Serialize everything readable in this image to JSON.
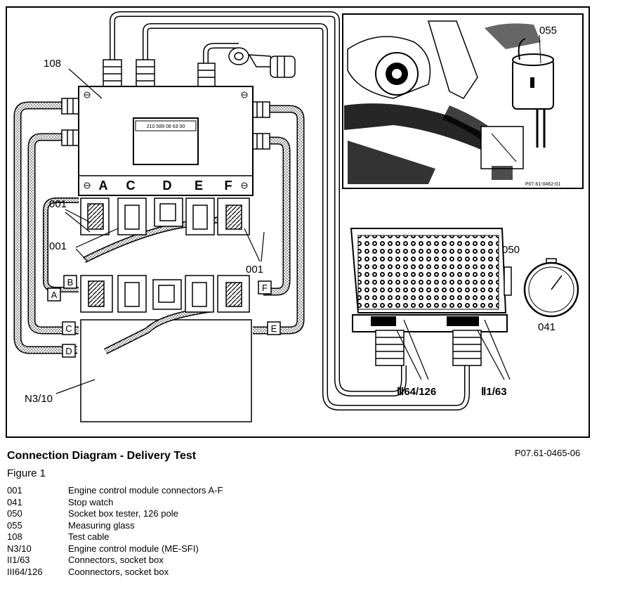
{
  "diagram": {
    "labels": {
      "test_cable": "108",
      "measuring_glass": "055",
      "socket_box": "050",
      "stop_watch": "041",
      "ecm": "N3/10",
      "connectors_upper_left": "001",
      "connectors_mid_left": "001",
      "connectors_right": "001",
      "socket_iii": "Ⅲ64/126",
      "socket_ii": "Ⅱ1/63",
      "photo_ref": "P07.61-0462-01",
      "box_part_no": "210 589 08 63 00"
    },
    "connector_letters": [
      "A",
      "C",
      "D",
      "E",
      "F"
    ],
    "harness_letters": {
      "a": "A",
      "b": "B",
      "c": "C",
      "d": "D",
      "e": "E",
      "f": "F"
    }
  },
  "caption": {
    "title": "Connection Diagram - Delivery Test",
    "ref": "P07.61-0465-06",
    "figure": "Figure 1"
  },
  "legend": [
    {
      "code": "001",
      "desc": "Engine control module connectors A-F"
    },
    {
      "code": "041",
      "desc": "Stop watch"
    },
    {
      "code": "050",
      "desc": "Socket box tester, 126 pole"
    },
    {
      "code": "055",
      "desc": "Measuring glass"
    },
    {
      "code": "108",
      "desc": "Test cable"
    },
    {
      "code": "N3/10",
      "desc": "Engine control module (ME-SFI)"
    },
    {
      "code": "II1/63",
      "desc": "Connectors, socket box"
    },
    {
      "code": "III64/126",
      "desc": "Coonnectors, socket box"
    }
  ]
}
